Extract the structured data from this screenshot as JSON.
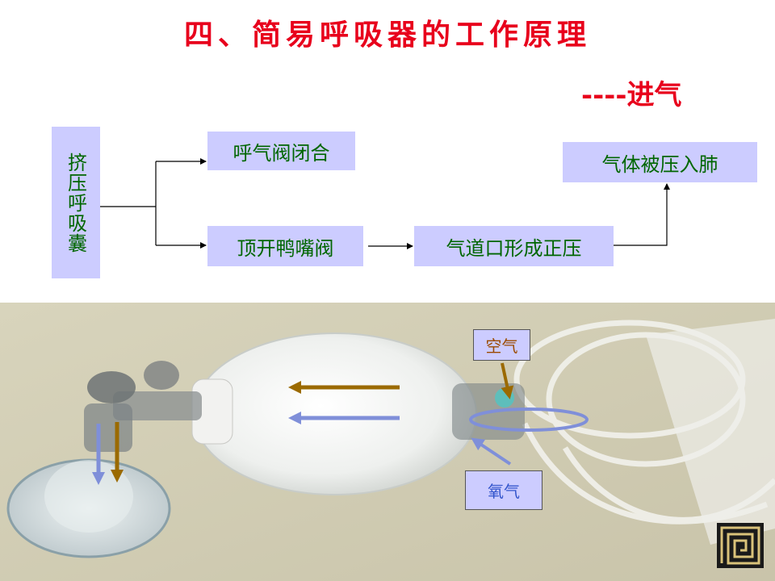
{
  "title": "四、简易呼吸器的工作原理",
  "subtitle": "----进气",
  "flow": {
    "start": "挤压呼吸囊",
    "exhale_valve": "呼气阀闭合",
    "duckbill": "顶开鸭嘴阀",
    "positive_pressure": "气道口形成正压",
    "lungs": "气体被压入肺"
  },
  "photo_labels": {
    "air": "空气",
    "oxygen": "氧气"
  },
  "colors": {
    "title": "#e8001c",
    "box_bg": "#ccccff",
    "box_text": "#006600",
    "air_arrow": "#9b6a00",
    "oxygen_arrow": "#7f8fd9"
  }
}
